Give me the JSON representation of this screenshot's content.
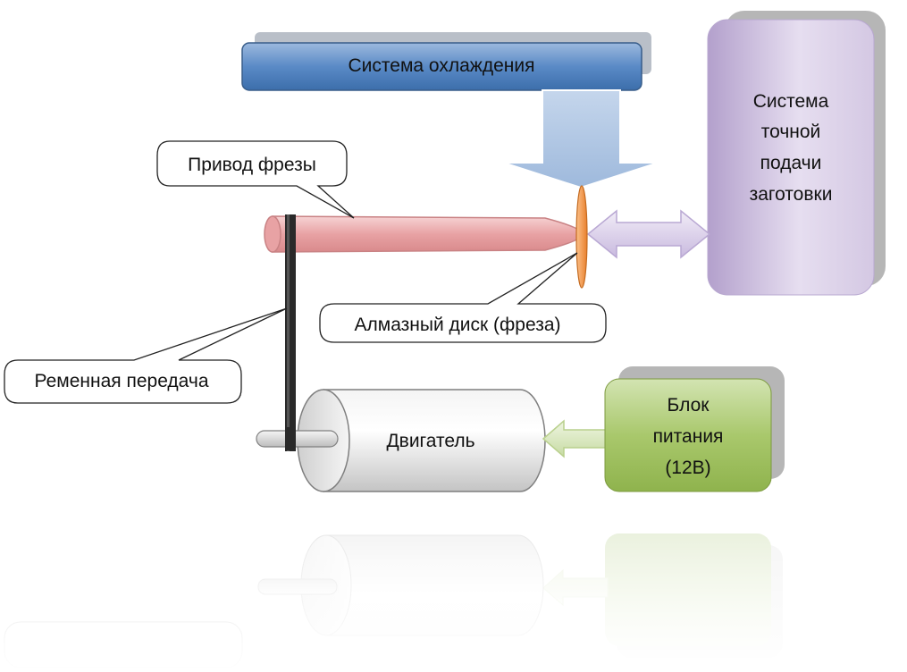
{
  "labels": {
    "cooling": "Система охлаждения",
    "feed_line1": "Система",
    "feed_line2": "точной",
    "feed_line3": "подачи",
    "feed_line4": "заготовки",
    "drive": "Привод фрезы",
    "disk": "Алмазный диск (фреза)",
    "belt": "Ременная передача",
    "motor": "Двигатель",
    "power_line1": "Блок",
    "power_line2": "питания",
    "power_line3": "(12В)"
  },
  "colors": {
    "cooling_box": "#4f81bd",
    "feed_box": "#c9b8dc",
    "spindle": "#e8a7a9",
    "disk": "#f79646",
    "motor": "#d9d9d9",
    "power_box": "#9bbb59",
    "belt": "#222222",
    "arrow_cool": "#b8cce4",
    "arrow_feed": "#d7cde6",
    "arrow_power": "#d7e4bd"
  }
}
